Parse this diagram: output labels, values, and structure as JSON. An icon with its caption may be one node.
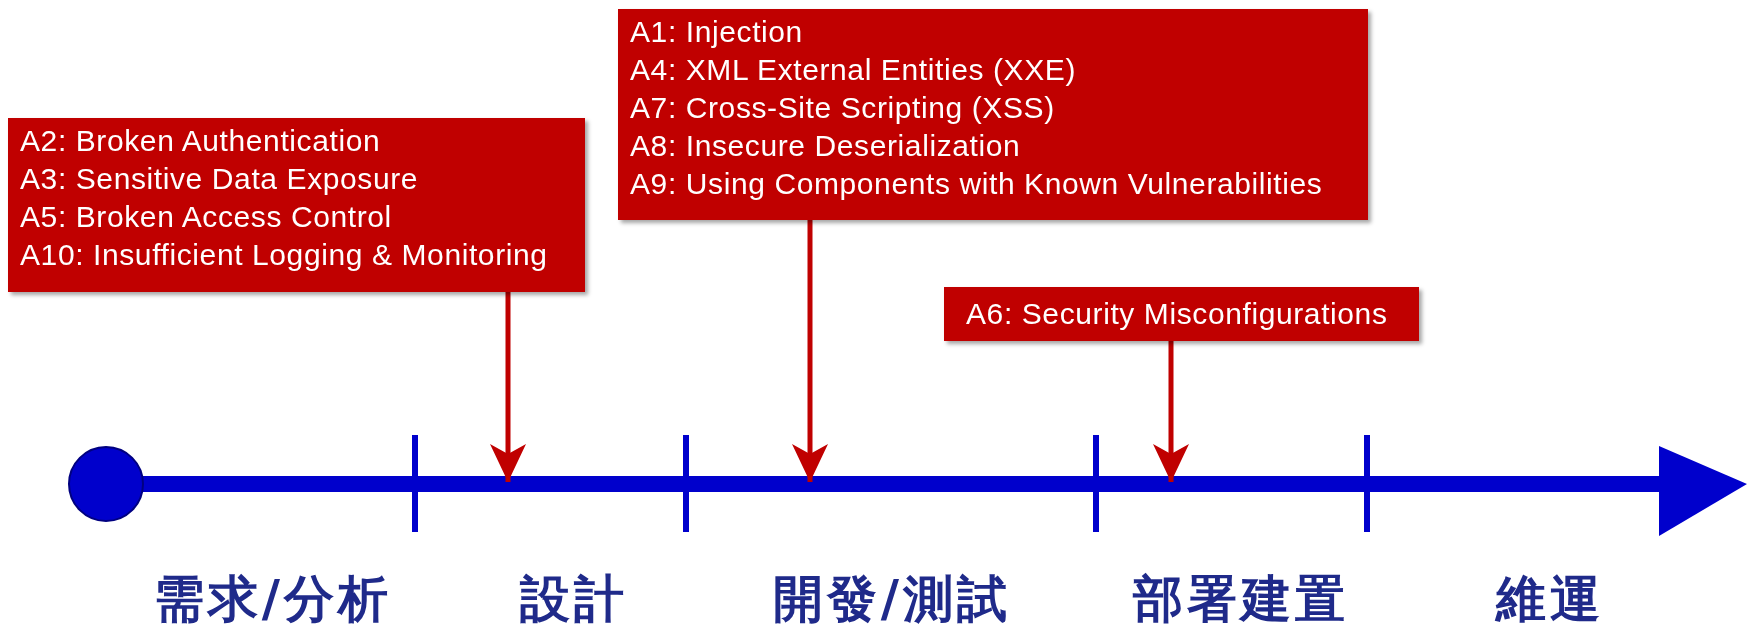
{
  "diagram": {
    "nodes": [
      {
        "text": [
          "A2: Broken Authentication",
          "A3: Sensitive Data Exposure",
          "A5: Broken Access Control",
          "A10: Insufficient Logging & Monitoring"
        ]
      },
      {
        "text": [
          "A1: Injection",
          "A4: XML External Entities (XXE)",
          "A7: Cross-Site Scripting (XSS)",
          "A8: Insecure Deserialization",
          "A9: Using Components with Known Vulnerabilities"
        ]
      },
      {
        "text": [
          "A6: Security Misconfigurations"
        ]
      }
    ],
    "edges": [
      {
        "from": 0,
        "to": null,
        "arrow": "to"
      },
      {
        "from": 1,
        "to": null,
        "arrow": "to"
      },
      {
        "from": 2,
        "to": null,
        "arrow": "to"
      }
    ],
    "labels": [
      "需求/分析",
      "設計",
      "開發/測試",
      "部署建置",
      "維運"
    ]
  }
}
